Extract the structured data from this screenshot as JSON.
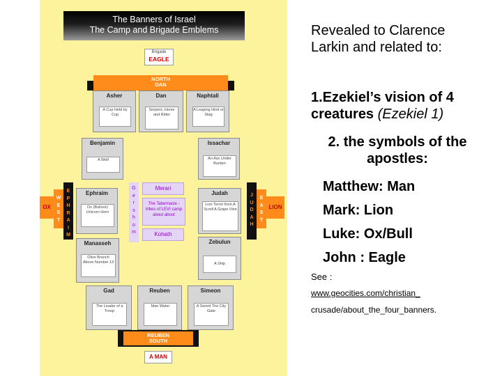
{
  "diagram": {
    "title_line1": "The Banners of Israel",
    "title_line2": "The Camp and Brigade Emblems",
    "north_brigade_label": "Brigade",
    "north_emblem": "EAGLE",
    "north_name": "NORTH",
    "north_leader": "DAN",
    "south_name": "REUBEN",
    "south_dir": "SOUTH",
    "south_emblem": "A MAN",
    "west_letters_dir": [
      "W",
      "E",
      "S",
      "T"
    ],
    "west_letters_tribe": [
      "E",
      "P",
      "H",
      "R",
      "A",
      "I",
      "M"
    ],
    "west_emblem": "OX",
    "east_letters_tribe": [
      "J",
      "U",
      "D",
      "A",
      "H"
    ],
    "east_letters_dir": [
      "E",
      "A",
      "S",
      "T"
    ],
    "east_emblem": "LION",
    "gershom_letters": [
      "G",
      "e",
      "r",
      "s",
      "h",
      "o",
      "m"
    ],
    "tribes": {
      "asher": {
        "name": "Asher",
        "emblem": "A Cup Held by Cup"
      },
      "dan": {
        "name": "Dan",
        "emblem": "Serpent, Horse and Rider"
      },
      "naphtali": {
        "name": "Naphtali",
        "emblem": "A Leaping Hind or Stag"
      },
      "benjamin": {
        "name": "Benjamin",
        "emblem": "A Wolf"
      },
      "issachar": {
        "name": "Issachar",
        "emblem": "An Ass Under Burden"
      },
      "ephraim": {
        "name": "Ephraim",
        "emblem": "Ox (Bullock) Unicorn Horn"
      },
      "judah": {
        "name": "Judah",
        "emblem": "Lion Terror from A Scroll A Grape Vine"
      },
      "manasseh": {
        "name": "Manasseh",
        "emblem": "Olive Branch Above Number 13"
      },
      "zebulun": {
        "name": "Zebulun",
        "emblem": "A Ship"
      },
      "gad": {
        "name": "Gad",
        "emblem": "The Leader of a Troop"
      },
      "reuben": {
        "name": "Reuben",
        "emblem": "Man Water"
      },
      "simeon": {
        "name": "Simeon",
        "emblem": "A Sword The City Gate"
      }
    },
    "merari": "Merari",
    "levi_center": "The Tabernacle - tribes of LEVI camp about about",
    "kohath": "Kohath"
  },
  "text": {
    "intro": "Revealed to Clarence Larkin and related to:",
    "item1_bold": "1.Ezekiel’s  vision of 4 creatures",
    "item1_ref": "(Ezekiel 1)",
    "item2": "2. the symbols of the apostles:",
    "apostle1": "Matthew:  Man",
    "apostle2": "Mark: Lion",
    "apostle3": "Luke: Ox/Bull",
    "apostle4": "John :  Eagle",
    "see": "See :",
    "link": "www.geocities.com/christian_",
    "link2": "crusade/about_the_four_banners."
  },
  "colors": {
    "panel": "#fdf39c",
    "orange": "#ff8c1a",
    "emblem_red": "#cc0000",
    "levi_purple": "#e4d4f6",
    "levi_text": "#9400d3"
  }
}
